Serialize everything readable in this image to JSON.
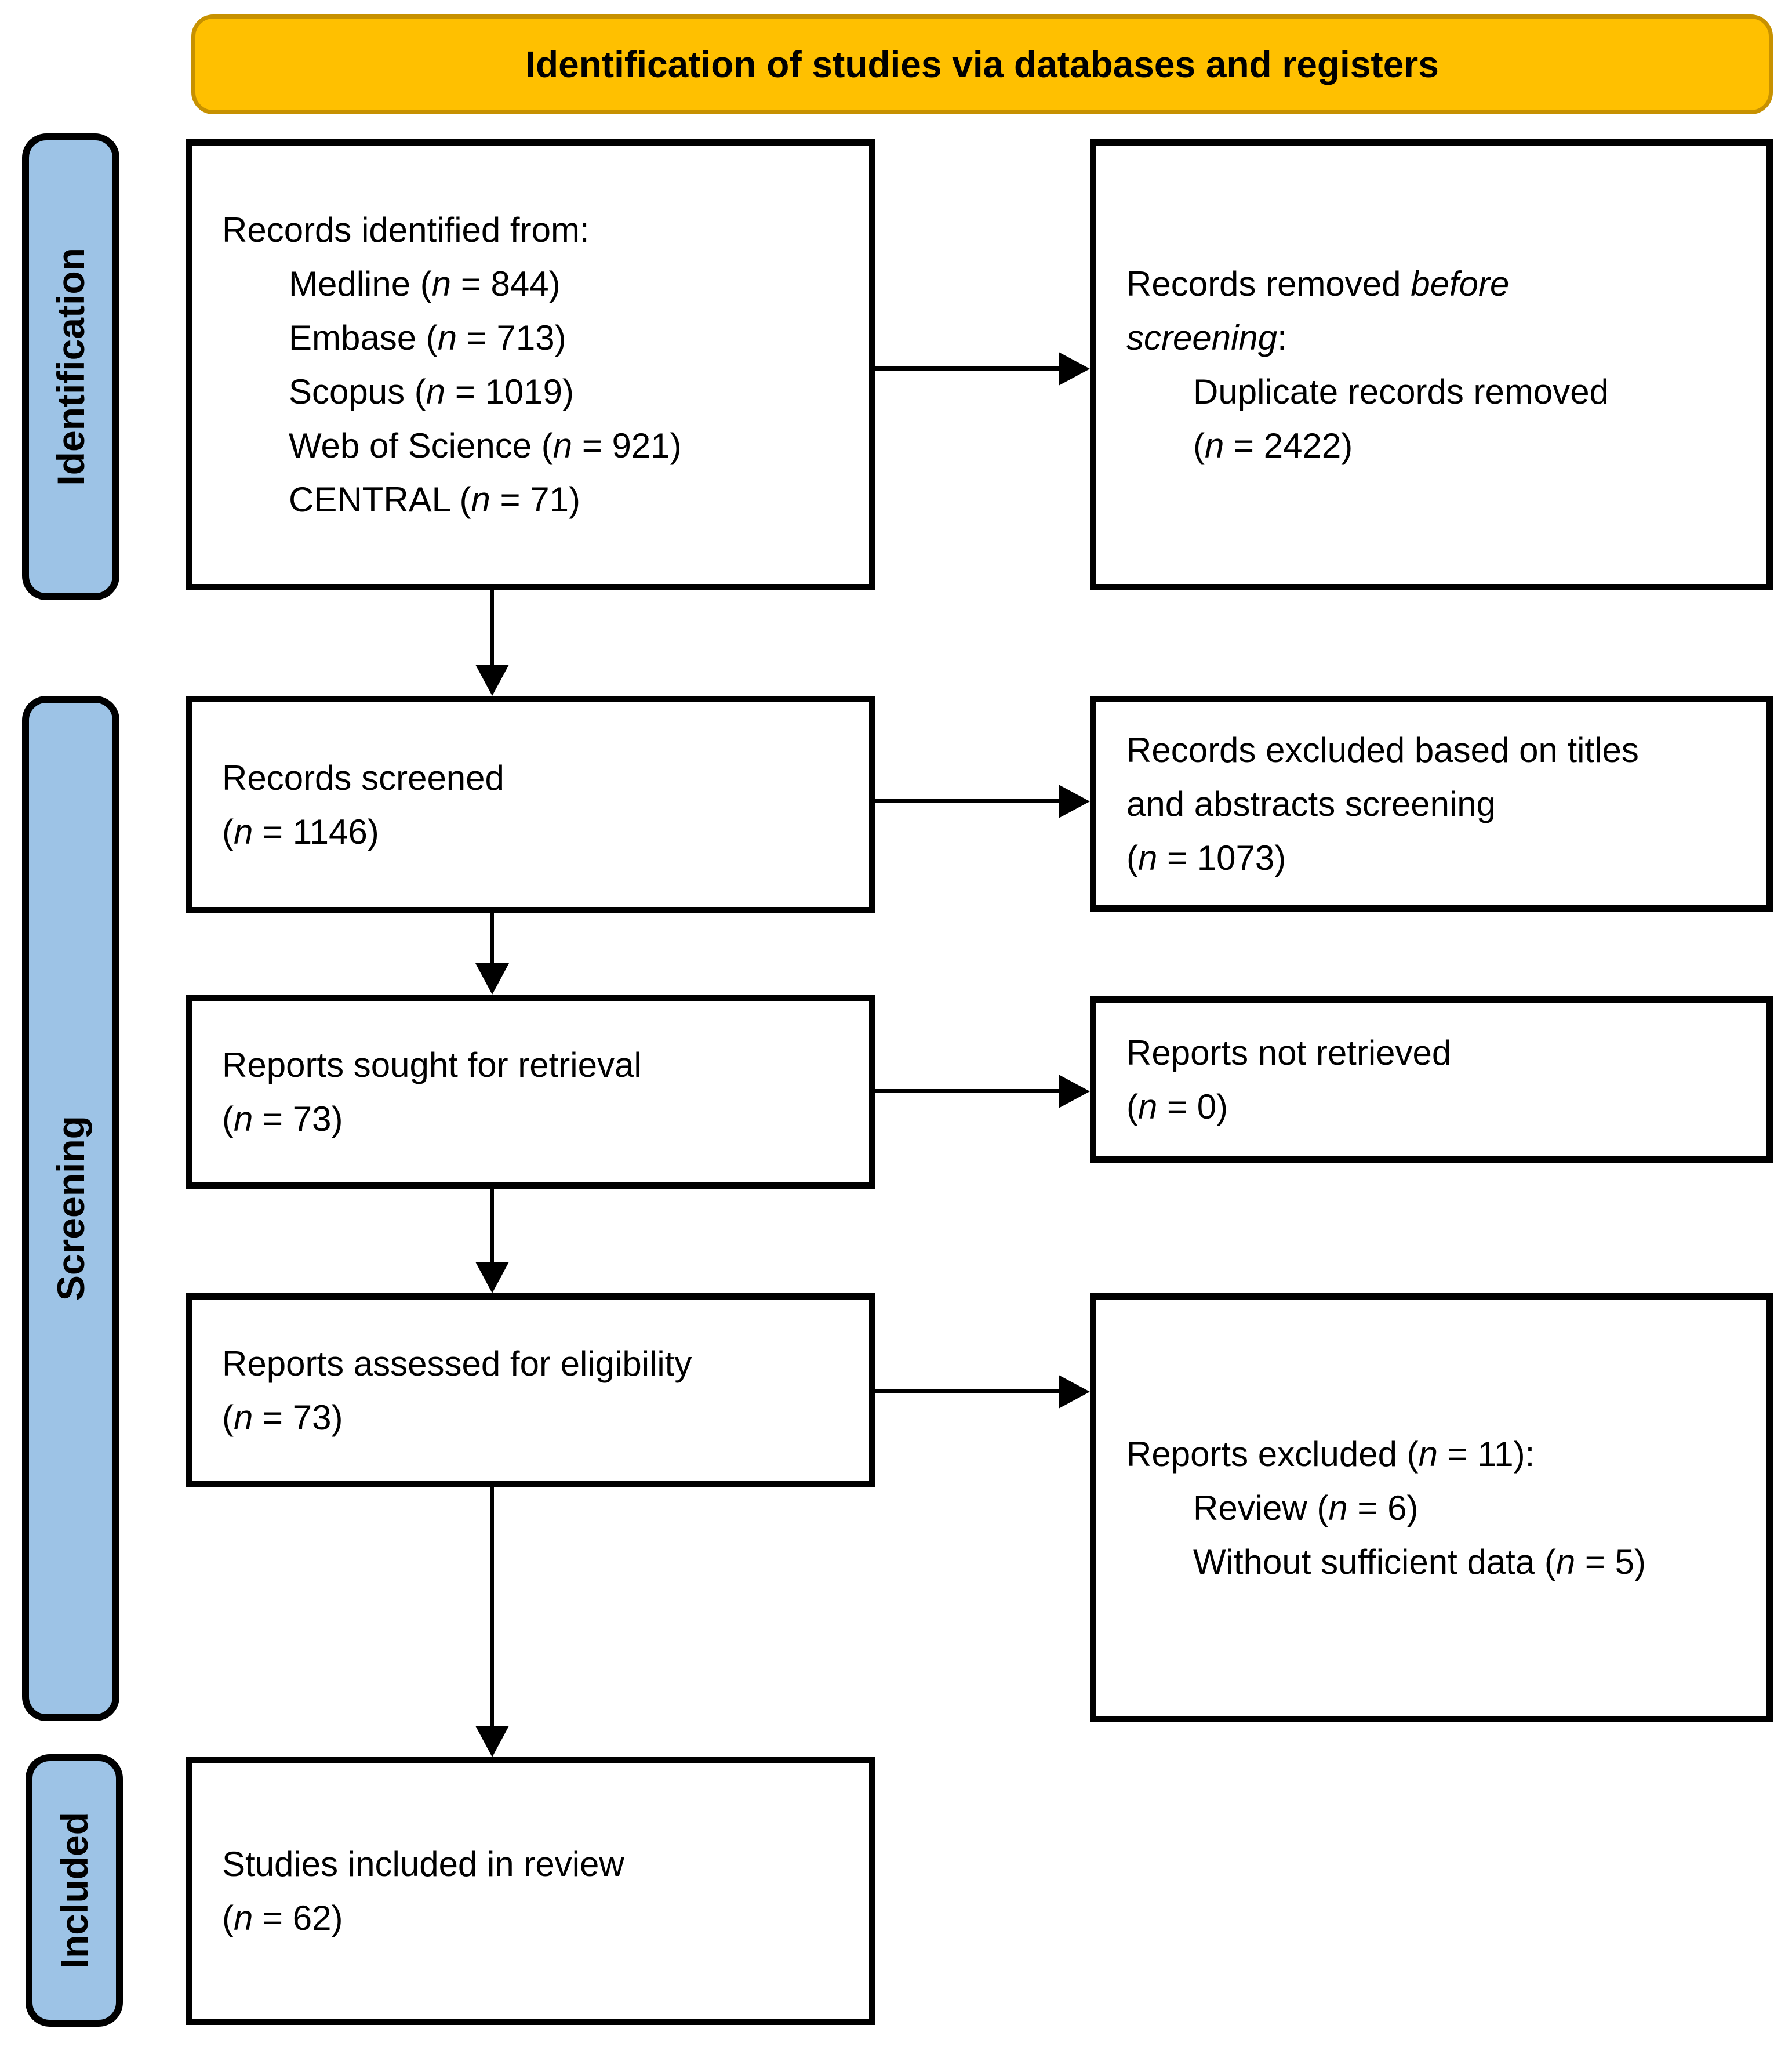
{
  "banner": {
    "title": "Identification of studies via databases and registers"
  },
  "colors": {
    "banner_bg": "#FFC000",
    "banner_border": "#C79100",
    "stage_bg": "#9DC3E6",
    "line": "#000000"
  },
  "stages": [
    {
      "label": "Identification"
    },
    {
      "label": "Screening"
    },
    {
      "label": "Included"
    }
  ],
  "boxes": {
    "records_identified": {
      "lines": [
        {
          "segments": [
            {
              "t": "Records identified from:"
            }
          ]
        },
        {
          "indent": true,
          "segments": [
            {
              "t": "Medline ("
            },
            {
              "t": "n",
              "i": true
            },
            {
              "t": " = 844)"
            }
          ]
        },
        {
          "indent": true,
          "segments": [
            {
              "t": "Embase ("
            },
            {
              "t": "n",
              "i": true
            },
            {
              "t": " = 713)"
            }
          ]
        },
        {
          "indent": true,
          "segments": [
            {
              "t": "Scopus ("
            },
            {
              "t": "n",
              "i": true
            },
            {
              "t": " = 1019)"
            }
          ]
        },
        {
          "indent": true,
          "segments": [
            {
              "t": "Web of Science ("
            },
            {
              "t": "n",
              "i": true
            },
            {
              "t": " = 921)"
            }
          ]
        },
        {
          "indent": true,
          "segments": [
            {
              "t": "CENTRAL ("
            },
            {
              "t": "n",
              "i": true
            },
            {
              "t": " = 71)"
            }
          ]
        }
      ]
    },
    "records_removed": {
      "lines": [
        {
          "segments": [
            {
              "t": "Records removed "
            },
            {
              "t": "before",
              "i": true
            }
          ]
        },
        {
          "segments": [
            {
              "t": "screening",
              "i": true
            },
            {
              "t": ":"
            }
          ]
        },
        {
          "indent": true,
          "segments": [
            {
              "t": "Duplicate records removed"
            }
          ]
        },
        {
          "indent": true,
          "segments": [
            {
              "t": "("
            },
            {
              "t": "n",
              "i": true
            },
            {
              "t": " = 2422)"
            }
          ]
        }
      ]
    },
    "records_screened": {
      "lines": [
        {
          "segments": [
            {
              "t": "Records screened"
            }
          ]
        },
        {
          "segments": [
            {
              "t": "("
            },
            {
              "t": "n",
              "i": true
            },
            {
              "t": " = 1146)"
            }
          ]
        }
      ]
    },
    "records_excluded": {
      "lines": [
        {
          "segments": [
            {
              "t": "Records excluded based on titles"
            }
          ]
        },
        {
          "segments": [
            {
              "t": "and abstracts screening"
            }
          ]
        },
        {
          "segments": [
            {
              "t": "("
            },
            {
              "t": "n",
              "i": true
            },
            {
              "t": " = 1073)"
            }
          ]
        }
      ]
    },
    "reports_sought": {
      "lines": [
        {
          "segments": [
            {
              "t": "Reports sought for retrieval"
            }
          ]
        },
        {
          "segments": [
            {
              "t": "("
            },
            {
              "t": "n",
              "i": true
            },
            {
              "t": " = 73)"
            }
          ]
        }
      ]
    },
    "reports_not_retrieved": {
      "lines": [
        {
          "segments": [
            {
              "t": "Reports not retrieved"
            }
          ]
        },
        {
          "segments": [
            {
              "t": "("
            },
            {
              "t": "n",
              "i": true
            },
            {
              "t": " = 0)"
            }
          ]
        }
      ]
    },
    "reports_assessed": {
      "lines": [
        {
          "segments": [
            {
              "t": "Reports assessed for eligibility"
            }
          ]
        },
        {
          "segments": [
            {
              "t": "("
            },
            {
              "t": "n",
              "i": true
            },
            {
              "t": " = 73)"
            }
          ]
        }
      ]
    },
    "reports_excluded": {
      "lines": [
        {
          "segments": [
            {
              "t": "Reports excluded ("
            },
            {
              "t": "n",
              "i": true
            },
            {
              "t": " = 11):"
            }
          ]
        },
        {
          "indent": true,
          "segments": [
            {
              "t": "Review ("
            },
            {
              "t": "n",
              "i": true
            },
            {
              "t": " = 6)"
            }
          ]
        },
        {
          "indent": true,
          "segments": [
            {
              "t": "Without sufficient data ("
            },
            {
              "t": "n",
              "i": true
            },
            {
              "t": " = 5)"
            }
          ]
        }
      ]
    },
    "studies_included": {
      "lines": [
        {
          "segments": [
            {
              "t": "Studies included in review"
            }
          ]
        },
        {
          "segments": [
            {
              "t": "("
            },
            {
              "t": "n",
              "i": true
            },
            {
              "t": " = 62)"
            }
          ]
        }
      ]
    }
  }
}
